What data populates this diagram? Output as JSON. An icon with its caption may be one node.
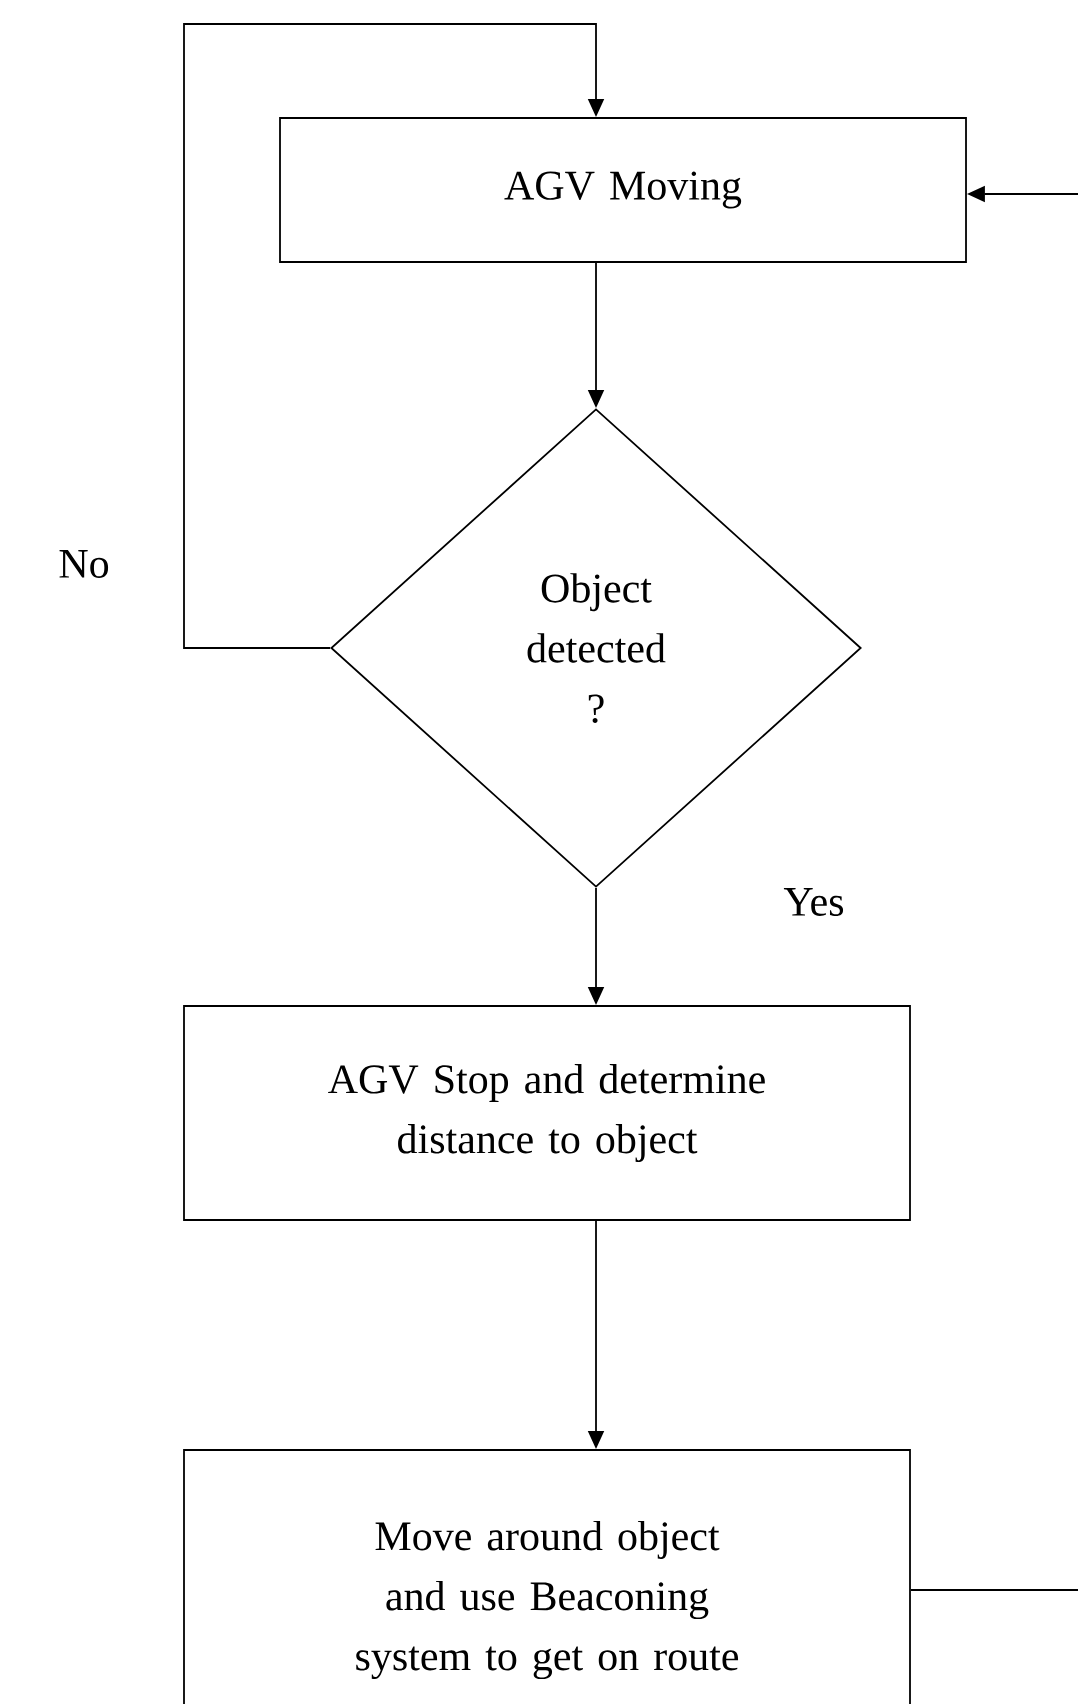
{
  "diagram": {
    "nodes": [
      {
        "text": [
          "AGV Moving"
        ]
      },
      {
        "text": [
          "Object detected ?"
        ]
      },
      {
        "text": [
          "AGV Stop and determine distance to object"
        ]
      },
      {
        "text": [
          "Move around object and use Beaconing system to get on route"
        ]
      }
    ],
    "edges": [
      {
        "from": 0,
        "to": 1,
        "arrow": "to"
      },
      {
        "from": 1,
        "to": 0,
        "arrow": "to",
        "label": "No"
      },
      {
        "from": 1,
        "to": 2,
        "arrow": "to",
        "label": "Yes"
      },
      {
        "from": 2,
        "to": 3,
        "arrow": "to"
      },
      {
        "from": 3,
        "to": null,
        "arrow": "none"
      },
      {
        "from": null,
        "to": 0,
        "arrow": "to"
      }
    ]
  }
}
